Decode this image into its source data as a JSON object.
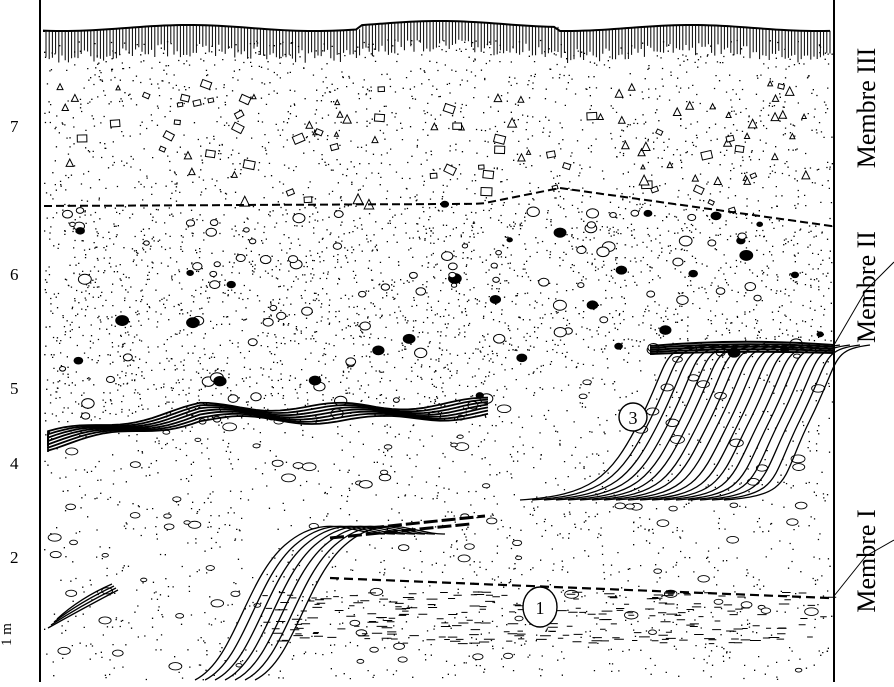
{
  "scale": {
    "ticks": [
      "7",
      "6",
      "5",
      "4",
      "2",
      "1 m"
    ]
  },
  "members": [
    {
      "id": "III",
      "label": "Membre III"
    },
    {
      "id": "II",
      "label": "Membre II"
    },
    {
      "id": "I",
      "label": "Membre I"
    }
  ],
  "markers": [
    "1",
    "3"
  ],
  "colors": {
    "ink": "#000000",
    "paper": "#ffffff"
  }
}
